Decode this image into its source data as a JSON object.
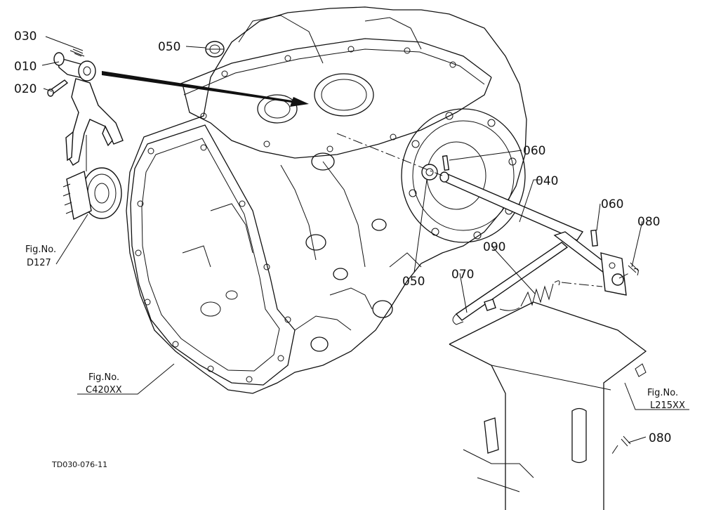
{
  "callouts": {
    "p030": "030",
    "p010": "010",
    "p020": "020",
    "p050_top": "050",
    "p050_mid": "050",
    "p060_a": "060",
    "p060_b": "060",
    "p040": "040",
    "p080_top": "080",
    "p080_bottom": "080",
    "p090": "090",
    "p070": "070"
  },
  "figure_refs": {
    "d127": {
      "caption": "Fig.No.",
      "number": "D127"
    },
    "c420": {
      "caption": "Fig.No.",
      "number": "C420XX"
    },
    "l215": {
      "caption": "Fig.No.",
      "number": "L215XX"
    }
  },
  "drawing_code": "TD030-076-11"
}
